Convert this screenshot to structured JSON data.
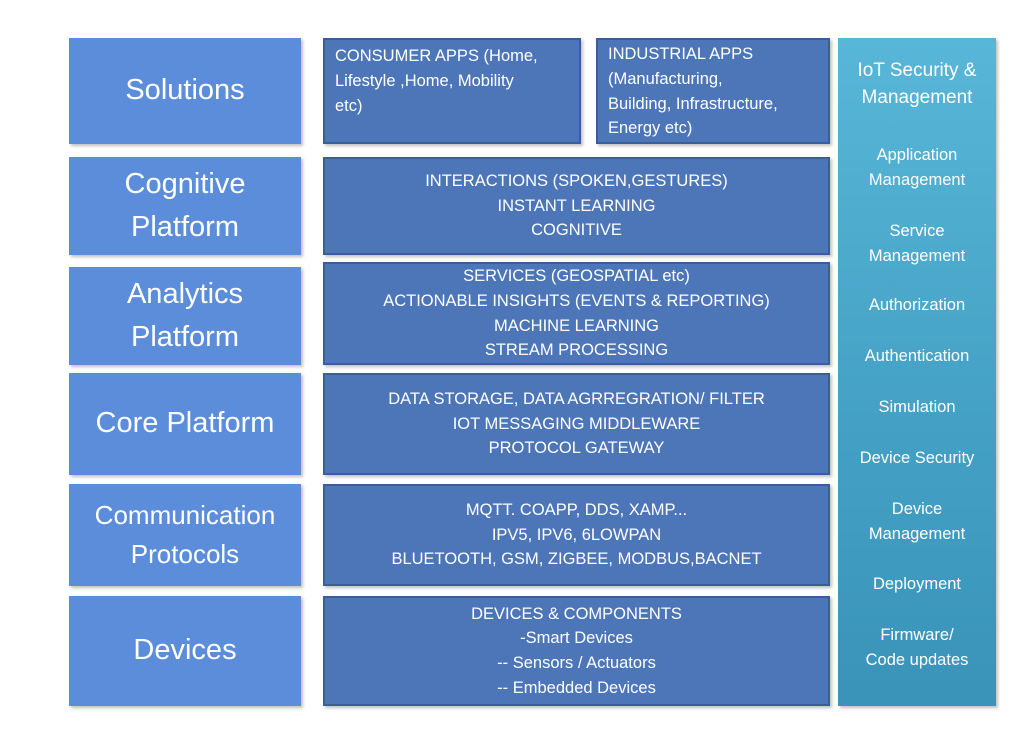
{
  "layers": [
    {
      "label_lines": [
        "Solutions"
      ]
    },
    {
      "label_lines": [
        "Cognitive",
        "Platform"
      ]
    },
    {
      "label_lines": [
        "Analytics",
        "Platform"
      ]
    },
    {
      "label_lines": [
        "Core Platform"
      ]
    },
    {
      "label_lines": [
        "Communication",
        "Protocols"
      ]
    },
    {
      "label_lines": [
        "Devices"
      ]
    }
  ],
  "solutions": {
    "consumer_apps": [
      "CONSUMER APPS (Home,",
      "Lifestyle ,Home, Mobility",
      "etc)"
    ],
    "industrial_apps": [
      "INDUSTRIAL APPS",
      "(Manufacturing,",
      "Building, Infrastructure,",
      "Energy etc)"
    ]
  },
  "cognitive": [
    "INTERACTIONS (SPOKEN,GESTURES)",
    "INSTANT LEARNING",
    "COGNITIVE"
  ],
  "analytics": [
    "SERVICES (GEOSPATIAL etc)",
    "ACTIONABLE INSIGHTS (EVENTS  & REPORTING)",
    "MACHINE LEARNING",
    "STREAM PROCESSING"
  ],
  "core": [
    "DATA STORAGE, DATA AGRREGRATION/ FILTER",
    "IOT MESSAGING MIDDLEWARE",
    "PROTOCOL GATEWAY"
  ],
  "communication": [
    "MQTT. COAPP, DDS, XAMP...",
    "IPV5, IPV6, 6LOWPAN",
    "BLUETOOTH, GSM, ZIGBEE, MODBUS,BACNET"
  ],
  "devices": [
    "DEVICES & COMPONENTS",
    "-Smart Devices",
    "-- Sensors / Actuators",
    "-- Embedded Devices"
  ],
  "security_panel": {
    "title_lines": [
      "IoT Security &",
      "Management"
    ],
    "items": [
      [
        "Application",
        "Management"
      ],
      [
        "Service",
        "Management"
      ],
      [
        "Authorization"
      ],
      [
        "Authentication"
      ],
      [
        "Simulation"
      ],
      [
        "Device Security"
      ],
      [
        "Device",
        "Management"
      ],
      [
        "Deployment"
      ],
      [
        "Firmware/",
        "Code updates"
      ]
    ]
  },
  "colors": {
    "layer_label": "#5b8ddb",
    "content_box": "#4d76b9",
    "side_panel": "#43a0c4"
  }
}
